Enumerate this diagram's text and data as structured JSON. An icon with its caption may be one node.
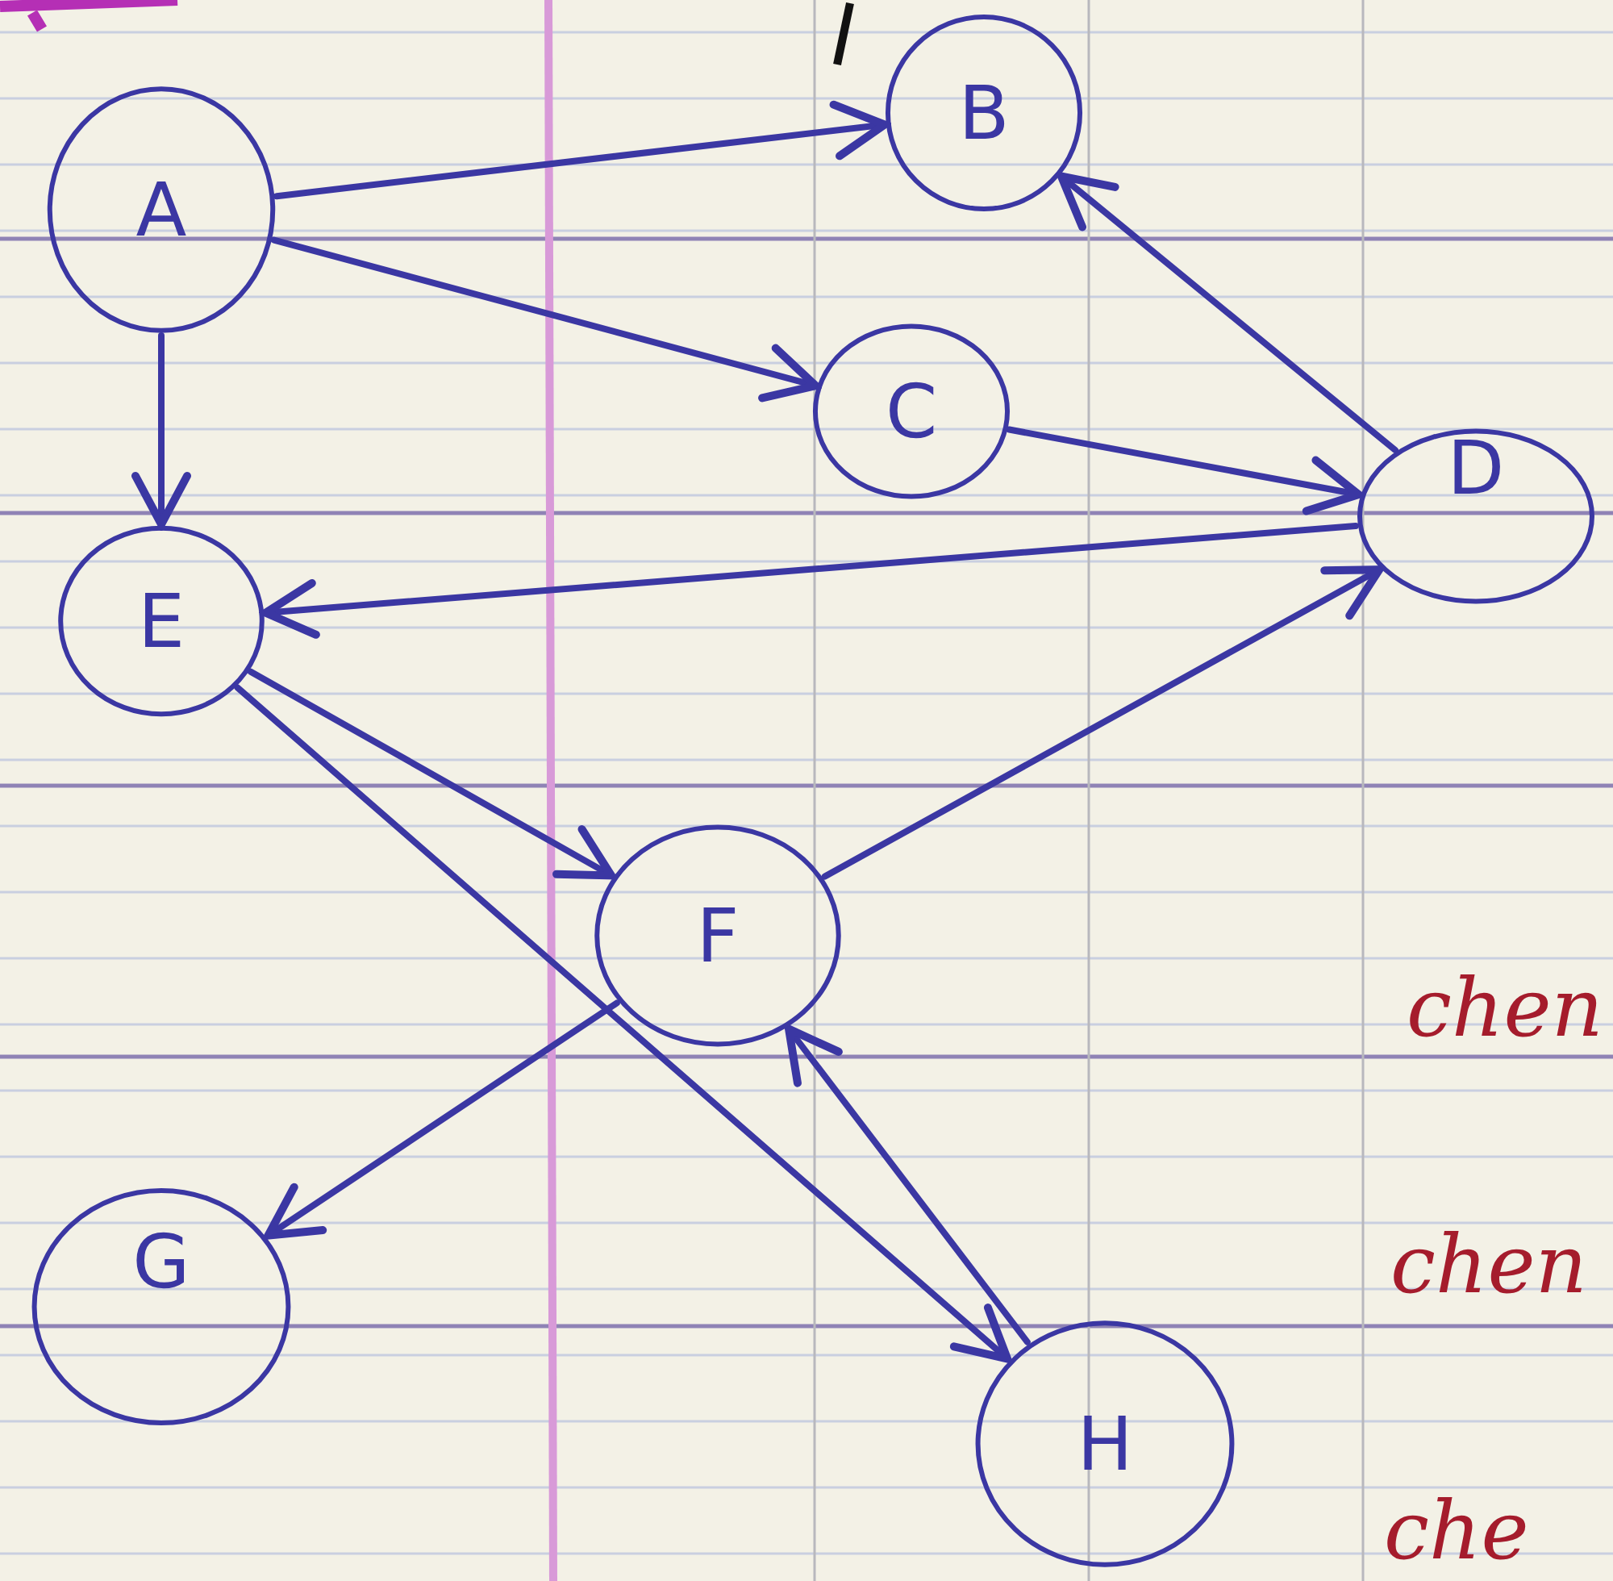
{
  "diagram": {
    "nodes": [
      {
        "text": [
          "A"
        ]
      },
      {
        "text": [
          "B"
        ]
      },
      {
        "text": [
          "C"
        ]
      },
      {
        "text": [
          "D"
        ]
      },
      {
        "text": [
          "E"
        ]
      },
      {
        "text": [
          "F"
        ]
      },
      {
        "text": [
          "G"
        ]
      },
      {
        "text": [
          "H"
        ]
      }
    ],
    "edges": [
      {
        "from": 0,
        "to": 1,
        "arrow": "to"
      },
      {
        "from": 0,
        "to": 2,
        "arrow": "to"
      },
      {
        "from": 0,
        "to": 4,
        "arrow": "to"
      },
      {
        "from": 2,
        "to": 3,
        "arrow": "to"
      },
      {
        "from": 3,
        "to": 1,
        "arrow": "to"
      },
      {
        "from": 3,
        "to": 4,
        "arrow": "to"
      },
      {
        "from": 5,
        "to": 3,
        "arrow": "to"
      },
      {
        "from": 4,
        "to": 5,
        "arrow": "to"
      },
      {
        "from": 4,
        "to": 7,
        "arrow": "to"
      },
      {
        "from": 5,
        "to": 6,
        "arrow": "to"
      },
      {
        "from": 7,
        "to": 5,
        "arrow": "to"
      }
    ],
    "labels": [
      "chen",
      "chen",
      "che"
    ]
  }
}
